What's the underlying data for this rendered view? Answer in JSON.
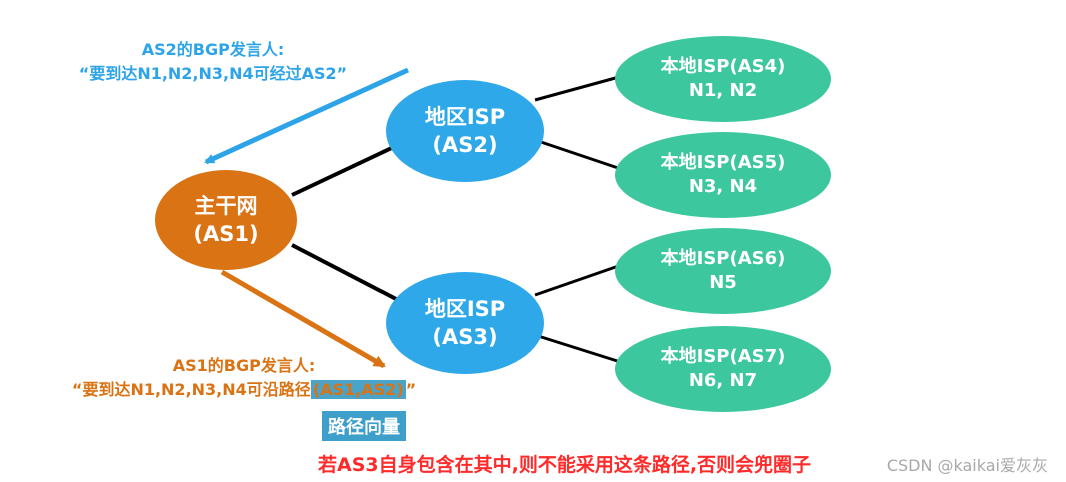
{
  "nodes": {
    "backbone": {
      "line1": "主干网",
      "line2": "(AS1)"
    },
    "as2": {
      "line1": "地区ISP",
      "line2": "(AS2)"
    },
    "as3": {
      "line1": "地区ISP",
      "line2": "(AS3)"
    },
    "as4": {
      "line1": "本地ISP(AS4)",
      "line2": "N1, N2"
    },
    "as5": {
      "line1": "本地ISP(AS5)",
      "line2": "N3, N4"
    },
    "as6": {
      "line1": "本地ISP(AS6)",
      "line2": "N5"
    },
    "as7": {
      "line1": "本地ISP(AS7)",
      "line2": "N6, N7"
    }
  },
  "annotations": {
    "as2_speaker": {
      "line1": "AS2的BGP发言人:",
      "line2": "“要到达N1,N2,N3,N4可经过AS2”"
    },
    "as1_speaker": {
      "line1": "AS1的BGP发言人:",
      "line2_prefix": "“要到达N1,N2,N3,N4可沿路径",
      "line2_path": "(AS1,AS2)",
      "line2_suffix": "”"
    },
    "path_vector": "路径向量",
    "loop_rule": "若AS3自身包含在其中,则不能采用这条路径,否则会兜圈子",
    "watermark": "CSDN @kaikai爱灰灰"
  },
  "colors": {
    "backbone": "#d97314",
    "regional": "#2fa8ea",
    "local": "#3dc79e",
    "link": "#000000",
    "arrow_blue": "#2ea4e8",
    "arrow_orange": "#d97314",
    "warning": "#ff2a2a"
  }
}
